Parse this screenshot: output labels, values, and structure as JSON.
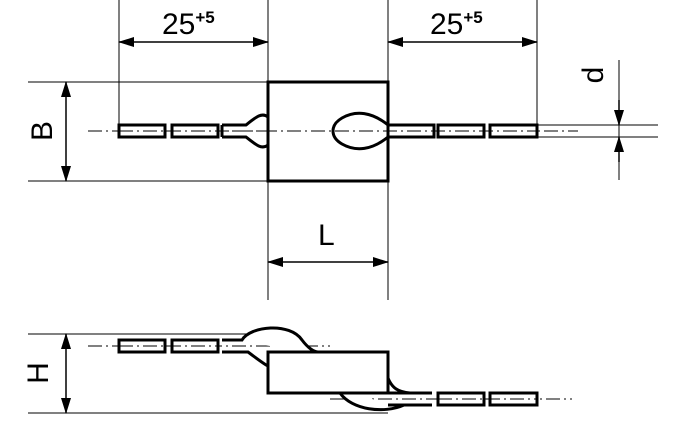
{
  "drawing": {
    "lead_length_left": {
      "value": "25",
      "tolerance": "+5"
    },
    "lead_length_right": {
      "value": "25",
      "tolerance": "+5"
    },
    "label_width": "B",
    "label_body_length": "L",
    "label_lead_diameter": "d",
    "label_height": "H"
  },
  "colors": {
    "line": "#000000",
    "background": "#ffffff"
  }
}
